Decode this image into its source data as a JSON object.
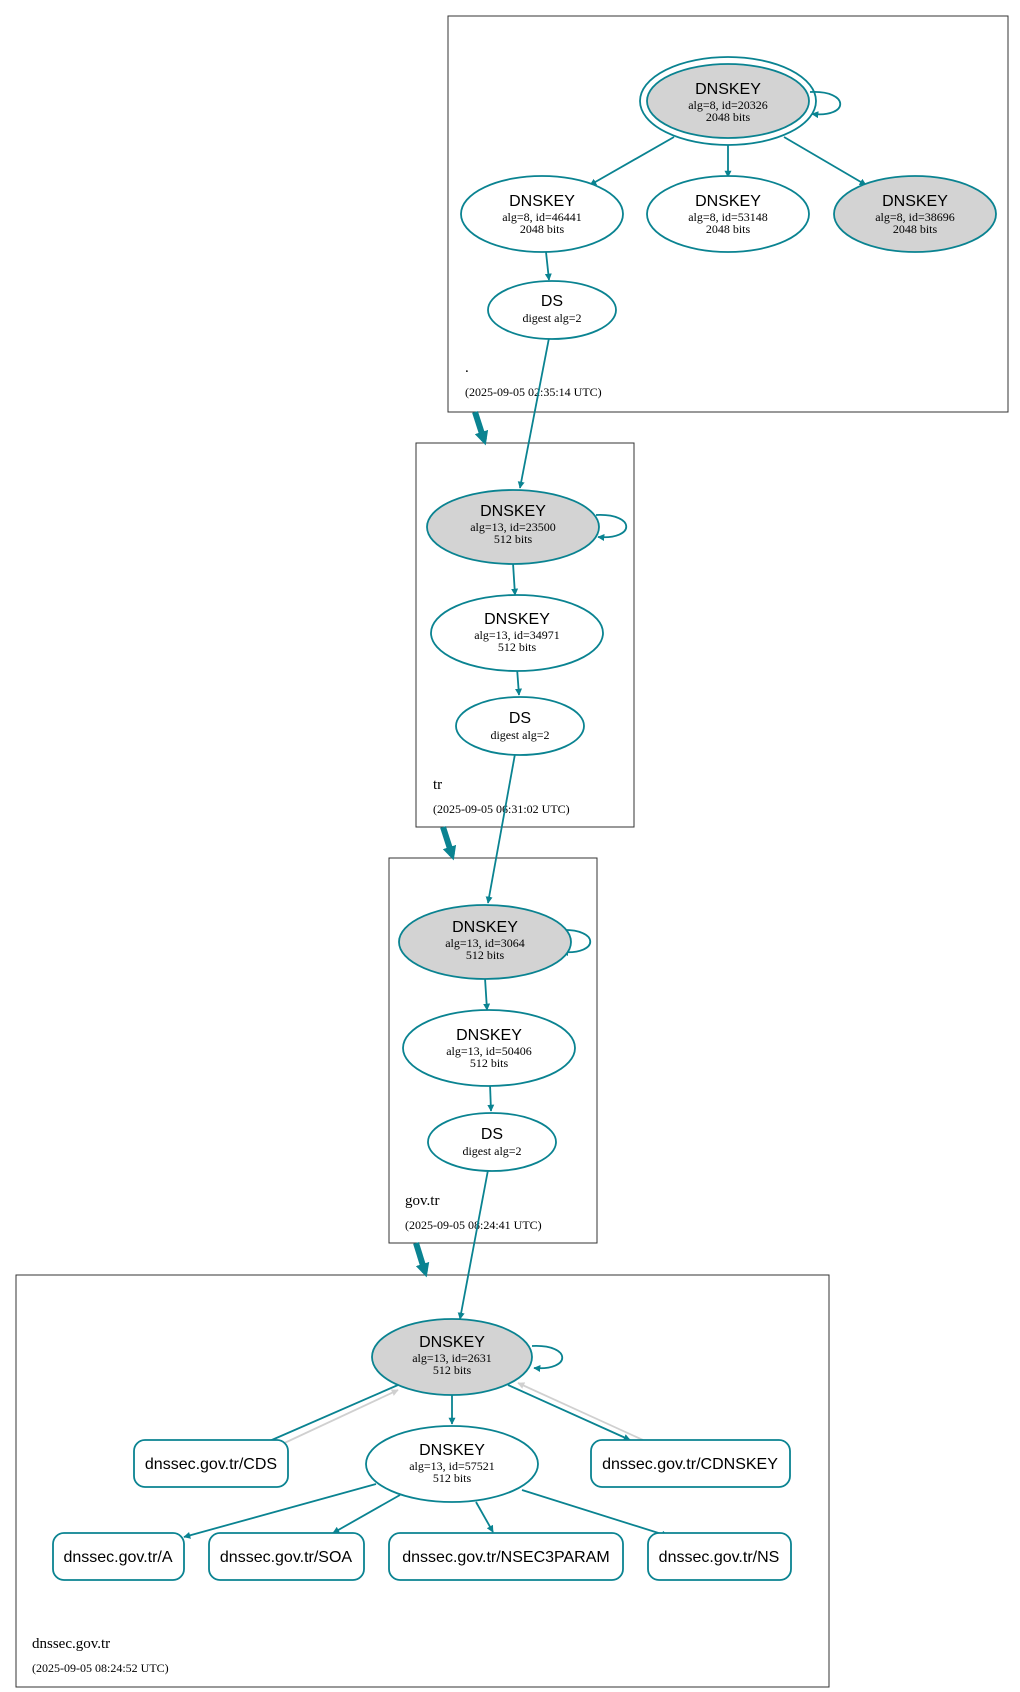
{
  "zones": [
    {
      "name": ".",
      "timestamp": "(2025-09-05 02:35:14 UTC)"
    },
    {
      "name": "tr",
      "timestamp": "(2025-09-05 06:31:02 UTC)"
    },
    {
      "name": "gov.tr",
      "timestamp": "(2025-09-05 08:24:41 UTC)"
    },
    {
      "name": "dnssec.gov.tr",
      "timestamp": "(2025-09-05 08:24:52 UTC)"
    }
  ],
  "nodes": {
    "root_ksk": {
      "title": "DNSKEY",
      "line1": "alg=8, id=20326",
      "line2": "2048 bits"
    },
    "root_zsk1": {
      "title": "DNSKEY",
      "line1": "alg=8, id=46441",
      "line2": "2048 bits"
    },
    "root_zsk2": {
      "title": "DNSKEY",
      "line1": "alg=8, id=53148",
      "line2": "2048 bits"
    },
    "root_zsk3": {
      "title": "DNSKEY",
      "line1": "alg=8, id=38696",
      "line2": "2048 bits"
    },
    "root_ds": {
      "title": "DS",
      "line1": "digest alg=2"
    },
    "tr_ksk": {
      "title": "DNSKEY",
      "line1": "alg=13, id=23500",
      "line2": "512 bits"
    },
    "tr_zsk": {
      "title": "DNSKEY",
      "line1": "alg=13, id=34971",
      "line2": "512 bits"
    },
    "tr_ds": {
      "title": "DS",
      "line1": "digest alg=2"
    },
    "gov_ksk": {
      "title": "DNSKEY",
      "line1": "alg=13, id=3064",
      "line2": "512 bits"
    },
    "gov_zsk": {
      "title": "DNSKEY",
      "line1": "alg=13, id=50406",
      "line2": "512 bits"
    },
    "gov_ds": {
      "title": "DS",
      "line1": "digest alg=2"
    },
    "dns_ksk": {
      "title": "DNSKEY",
      "line1": "alg=13, id=2631",
      "line2": "512 bits"
    },
    "dns_zsk": {
      "title": "DNSKEY",
      "line1": "alg=13, id=57521",
      "line2": "512 bits"
    }
  },
  "rrsets": {
    "cds": "dnssec.gov.tr/CDS",
    "cdnskey": "dnssec.gov.tr/CDNSKEY",
    "a": "dnssec.gov.tr/A",
    "soa": "dnssec.gov.tr/SOA",
    "nsec3param": "dnssec.gov.tr/NSEC3PARAM",
    "ns": "dnssec.gov.tr/NS"
  },
  "colors": {
    "edge": "#0a8391",
    "ksk_fill": "#d3d3d3",
    "key_fill": "#ffffff",
    "grey_edge": "#d0d0d0"
  }
}
